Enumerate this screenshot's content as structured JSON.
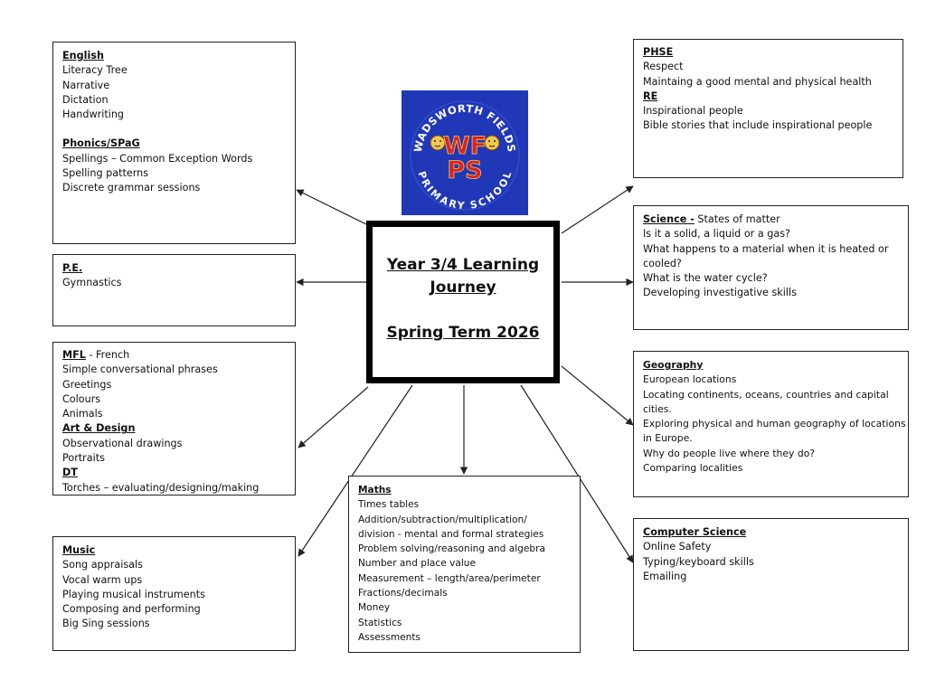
{
  "center": {
    "title_line1": "Year 3/4 Learning",
    "title_line2": "Journey",
    "term": "Spring Term 2026"
  },
  "logo": {
    "top_text": "WADSWORTH FIELDS",
    "bottom_text": "PRIMARY SCHOOL",
    "monogram_1": "WF",
    "monogram_2": "PS",
    "colors": {
      "background": "#2038b8",
      "letters": "#d8232a",
      "ring_text": "#ffffff",
      "faces": "#f2c94c"
    }
  },
  "english": {
    "heading": "English",
    "items": [
      "Literacy Tree",
      "Narrative",
      "Dictation",
      "Handwriting"
    ],
    "phonics_heading": "Phonics/SPaG",
    "phonics_items": [
      "Spellings – Common Exception Words",
      "Spelling patterns",
      "Discrete grammar sessions"
    ]
  },
  "pe": {
    "heading": "P.E.",
    "items": [
      "Gymnastics"
    ]
  },
  "mfl": {
    "heading": "MFL",
    "heading_suffix": " - French",
    "items": [
      "Simple conversational phrases",
      "Greetings",
      "Colours",
      "Animals"
    ],
    "art_heading": "Art & Design",
    "art_items": [
      "Observational drawings",
      "Portraits"
    ],
    "dt_heading": "DT",
    "dt_items": [
      "Torches – evaluating/designing/making"
    ]
  },
  "music": {
    "heading": "Music",
    "items": [
      "Song appraisals",
      "Vocal warm ups",
      "Playing musical instruments",
      "Composing and performing",
      "Big Sing sessions"
    ]
  },
  "maths": {
    "heading": "Maths",
    "items": [
      "Times tables",
      "Addition/subtraction/multiplication/",
      "division - mental and formal strategies",
      "Problem solving/reasoning and algebra",
      "Number and place value",
      "Measurement – length/area/perimeter",
      "Fractions/decimals",
      "Money",
      "Statistics",
      "Assessments"
    ]
  },
  "phse": {
    "heading": "PHSE",
    "items": [
      "Respect",
      "Maintaing a good mental and physical health"
    ],
    "re_heading": "RE",
    "re_items": [
      "Inspirational people",
      "Bible stories that include inspirational people"
    ]
  },
  "science": {
    "heading": "Science -",
    "heading_suffix": " States of matter",
    "items": [
      "Is it a solid, a liquid or a gas?",
      "What happens to a material when it is heated or",
      "cooled?",
      "What is the water cycle?",
      "Developing investigative skills"
    ]
  },
  "geography": {
    "heading": "Geography",
    "items": [
      "European locations",
      "Locating continents, oceans, countries and capital",
      "cities.",
      "Exploring physical and human geography of locations",
      "in Europe.",
      "Why do people live where they do?",
      "Comparing localities"
    ]
  },
  "computing": {
    "heading": "Computer Science",
    "items": [
      "Online Safety",
      "Typing/keyboard skills",
      "Emailing"
    ]
  }
}
